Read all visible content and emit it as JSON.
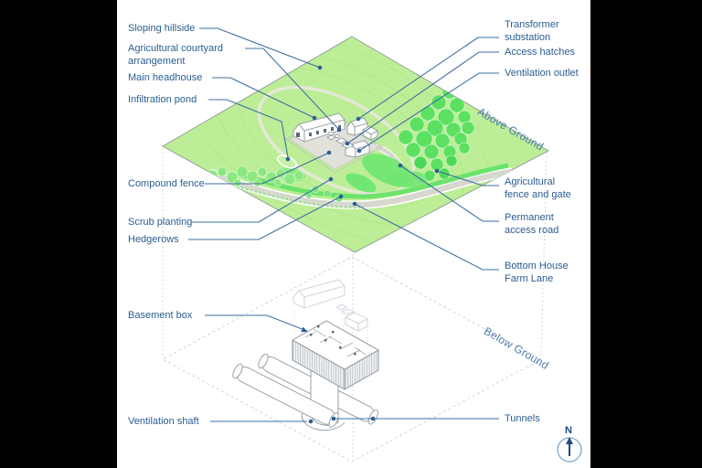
{
  "colors": {
    "background": "#000000",
    "panel_background": "#ffffff",
    "label_text": "#2a5d92",
    "leader_line": "#3f6fa0",
    "leader_dot": "#2e6095",
    "section_text": "#4d7db0",
    "field_green": "#bdee97",
    "woodland_green": "#5ce061",
    "hedge_green": "#66e268",
    "road_grey": "#d7d7cf",
    "pad_grey": "#e1e1d9",
    "structure_outline": "#98a2a9",
    "ghost_outline": "#c8d0d8",
    "compass_blue": "#1d4a85"
  },
  "labels": {
    "left": [
      {
        "id": "sloping-hillside",
        "lines": [
          "Sloping hillside"
        ]
      },
      {
        "id": "agricultural-courtyard",
        "lines": [
          "Agricultural courtyard",
          "arrangement"
        ]
      },
      {
        "id": "main-headhouse",
        "lines": [
          "Main headhouse"
        ]
      },
      {
        "id": "infiltration-pond",
        "lines": [
          "Infiltration pond"
        ]
      },
      {
        "id": "compound-fence",
        "lines": [
          "Compound fence"
        ]
      },
      {
        "id": "scrub-planting",
        "lines": [
          "Scrub planting"
        ]
      },
      {
        "id": "hedgerows",
        "lines": [
          "Hedgerows"
        ]
      },
      {
        "id": "basement-box",
        "lines": [
          "Basement box"
        ]
      },
      {
        "id": "ventilation-shaft",
        "lines": [
          "Ventilation shaft"
        ]
      }
    ],
    "right": [
      {
        "id": "transformer-substation",
        "lines": [
          "Transformer",
          "substation"
        ]
      },
      {
        "id": "access-hatches",
        "lines": [
          "Access hatches"
        ]
      },
      {
        "id": "ventilation-outlet",
        "lines": [
          "Ventilation outlet"
        ]
      },
      {
        "id": "agricultural-fence-gate",
        "lines": [
          "Agricultural",
          "fence and gate"
        ]
      },
      {
        "id": "permanent-access-road",
        "lines": [
          "Permanent",
          "access road"
        ]
      },
      {
        "id": "bottom-house-farm-lane",
        "lines": [
          "Bottom House",
          "Farm Lane"
        ]
      },
      {
        "id": "tunnels",
        "lines": [
          "Tunnels"
        ]
      }
    ],
    "sections": {
      "above": "Above Ground",
      "below": "Below Ground"
    },
    "compass": {
      "north": "N"
    }
  }
}
